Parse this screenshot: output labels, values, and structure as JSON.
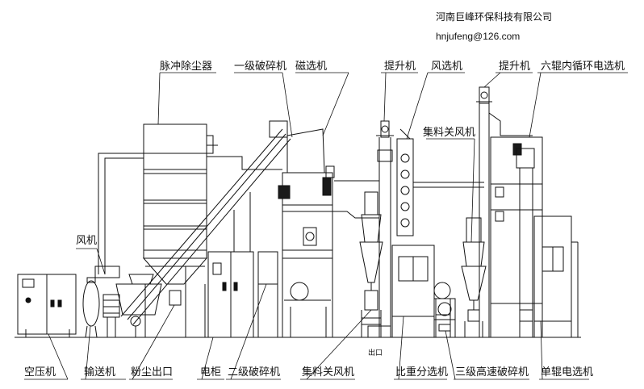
{
  "header": {
    "company": "河南巨峰环保科技有限公司",
    "email": "hnjufeng@126.com"
  },
  "labels": {
    "pulse_dust_collector": "脉冲除尘器",
    "primary_crusher": "一级破碎机",
    "magnetic_separator": "磁选机",
    "elevator_1": "提升机",
    "air_separator": "风选机",
    "elevator_2": "提升机",
    "six_roller_separator": "六辊内循环电选机",
    "collector_fan_top": "集料关风机",
    "fan": "风机",
    "air_compressor": "空压机",
    "conveyor": "输送机",
    "dust_outlet": "粉尘出口",
    "electric_cabinet": "电柜",
    "secondary_crusher": "二级破碎机",
    "collector_fan_bottom": "集料关风机",
    "outlet": "出口",
    "gravity_separator": "比重分选机",
    "tertiary_crusher": "三级高速破碎机",
    "single_roller_separator": "单辊电选机"
  },
  "icons": {
    "motor": "motor-icon",
    "cyclone": "cyclone-icon"
  },
  "colors": {
    "line": "#111111",
    "fill_dark": "#1a1a1a",
    "fill_light": "#ffffff"
  }
}
